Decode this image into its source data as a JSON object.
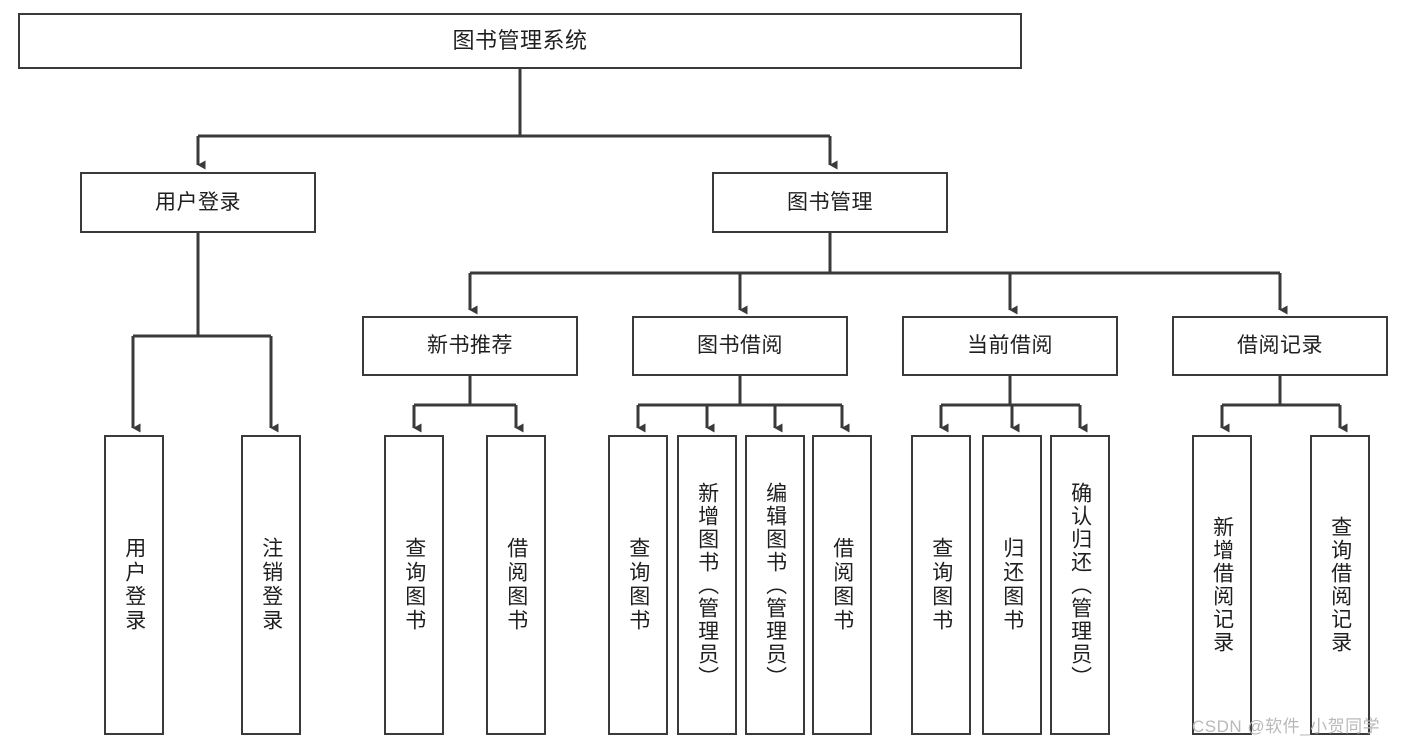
{
  "diagram": {
    "type": "tree-hierarchy",
    "title": "图书管理系统",
    "orientation": "top-down",
    "colors": {
      "box_border": "#3a3a3a",
      "box_fill": "#ffffff",
      "connector": "#3a3a3a",
      "text": "#1f1f1f",
      "watermark": "#b9b9b9"
    },
    "nodes": {
      "root": {
        "label": "图书管理系统",
        "level": 1
      },
      "user_login": {
        "label": "用户登录",
        "level": 2
      },
      "book_manage": {
        "label": "图书管理",
        "level": 2
      },
      "new_book_rec": {
        "label": "新书推荐",
        "level": 3
      },
      "book_borrow": {
        "label": "图书借阅",
        "level": 3
      },
      "current_borrow": {
        "label": "当前借阅",
        "level": 3
      },
      "borrow_record": {
        "label": "借阅记录",
        "level": 3
      },
      "leaf_user_login": {
        "label": "用户登录",
        "level": 4
      },
      "leaf_logout": {
        "label": "注销登录",
        "level": 4
      },
      "leaf_query_book_1": {
        "label": "查询图书",
        "level": 4
      },
      "leaf_borrow_book_1": {
        "label": "借阅图书",
        "level": 4
      },
      "leaf_query_book_2": {
        "label": "查询图书",
        "level": 4
      },
      "leaf_add_book": {
        "label": "新增图书（管理员）",
        "level": 4
      },
      "leaf_edit_book": {
        "label": "编辑图书（管理员）",
        "level": 4
      },
      "leaf_borrow_book_2": {
        "label": "借阅图书",
        "level": 4
      },
      "leaf_query_book_3": {
        "label": "查询图书",
        "level": 4
      },
      "leaf_return_book": {
        "label": "归还图书",
        "level": 4
      },
      "leaf_confirm_return": {
        "label": "确认归还（管理员）",
        "level": 4
      },
      "leaf_add_record": {
        "label": "新增借阅记录",
        "level": 4
      },
      "leaf_query_record": {
        "label": "查询借阅记录",
        "level": 4
      }
    },
    "edges": [
      {
        "from": "root",
        "to": "user_login"
      },
      {
        "from": "root",
        "to": "book_manage"
      },
      {
        "from": "user_login",
        "to": "leaf_user_login"
      },
      {
        "from": "user_login",
        "to": "leaf_logout"
      },
      {
        "from": "book_manage",
        "to": "new_book_rec"
      },
      {
        "from": "book_manage",
        "to": "book_borrow"
      },
      {
        "from": "book_manage",
        "to": "current_borrow"
      },
      {
        "from": "book_manage",
        "to": "borrow_record"
      },
      {
        "from": "new_book_rec",
        "to": "leaf_query_book_1"
      },
      {
        "from": "new_book_rec",
        "to": "leaf_borrow_book_1"
      },
      {
        "from": "book_borrow",
        "to": "leaf_query_book_2"
      },
      {
        "from": "book_borrow",
        "to": "leaf_add_book"
      },
      {
        "from": "book_borrow",
        "to": "leaf_edit_book"
      },
      {
        "from": "book_borrow",
        "to": "leaf_borrow_book_2"
      },
      {
        "from": "current_borrow",
        "to": "leaf_query_book_3"
      },
      {
        "from": "current_borrow",
        "to": "leaf_return_book"
      },
      {
        "from": "current_borrow",
        "to": "leaf_confirm_return"
      },
      {
        "from": "borrow_record",
        "to": "leaf_add_record"
      },
      {
        "from": "borrow_record",
        "to": "leaf_query_record"
      }
    ]
  },
  "watermark": {
    "text": "CSDN @软件_小贺同学"
  }
}
